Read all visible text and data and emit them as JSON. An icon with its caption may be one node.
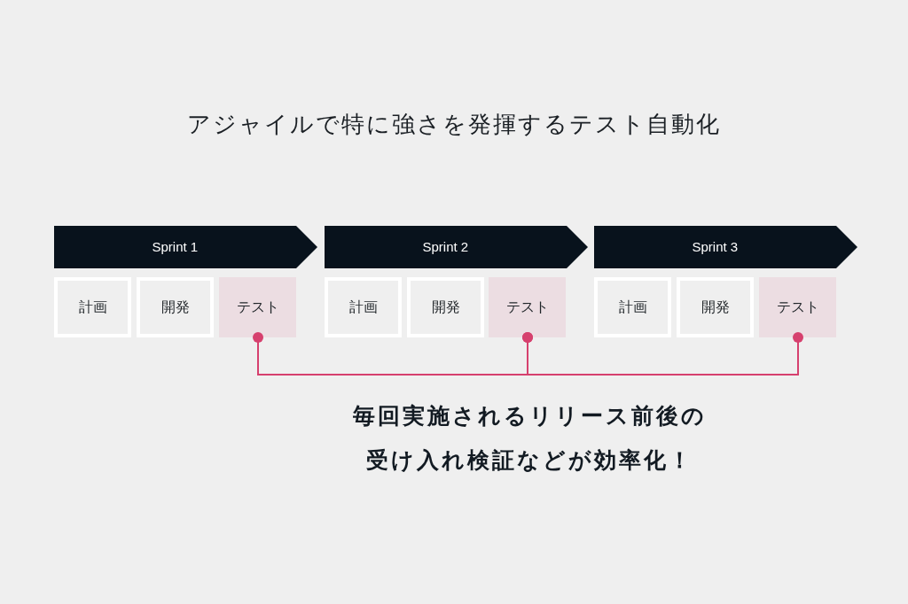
{
  "diagram": {
    "title": "アジャイルで特に強さを発揮するテスト自動化",
    "nodes": [
      {
        "text": [
          "Sprint 1"
        ]
      },
      {
        "text": [
          "Sprint 2"
        ]
      },
      {
        "text": [
          "Sprint 3"
        ]
      },
      {
        "text": [
          "計画"
        ]
      },
      {
        "text": [
          "開発"
        ]
      },
      {
        "text": [
          "テスト"
        ]
      },
      {
        "text": [
          "計画"
        ]
      },
      {
        "text": [
          "開発"
        ]
      },
      {
        "text": [
          "テスト"
        ]
      },
      {
        "text": [
          "計画"
        ]
      },
      {
        "text": [
          "開発"
        ]
      },
      {
        "text": [
          "テスト"
        ]
      }
    ],
    "edges": [
      {
        "from": 5,
        "to": 8,
        "arrow": "other"
      },
      {
        "from": 8,
        "to": 11,
        "arrow": "other"
      }
    ],
    "labels": [
      "毎回実施されるリリース前後の受け入れ検証などが効率化！"
    ]
  }
}
